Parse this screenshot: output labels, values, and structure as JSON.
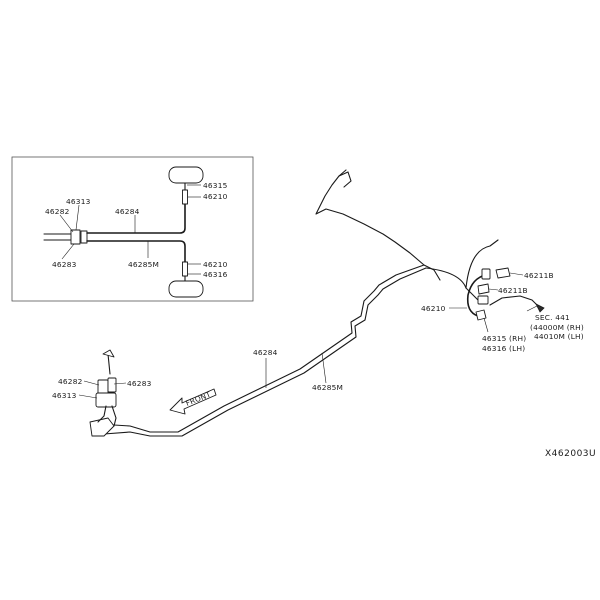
{
  "inset": {
    "labels": {
      "p46313": "46313",
      "p46282": "46282",
      "p46283": "46283",
      "p46284": "46284",
      "p46285m": "46285M",
      "p46315": "46315",
      "p46210_top": "46210",
      "p46210_bot": "46210",
      "p46316": "46316"
    }
  },
  "main": {
    "labels": {
      "p46284": "46284",
      "p46285m": "46285M",
      "p46282": "46282",
      "p46283": "46283",
      "p46313": "46313",
      "front": "FRONT",
      "p46211b_top": "46211B",
      "p46211b_mid": "46211B",
      "p46210": "46210",
      "p46315": "46315 (RH)",
      "p46316": "46316 (LH)",
      "sec_ref": "SEC. 441",
      "sec_rh": "(44000M (RH)",
      "sec_lh": "44010M (LH)"
    }
  },
  "diagram_id": "X462003U"
}
